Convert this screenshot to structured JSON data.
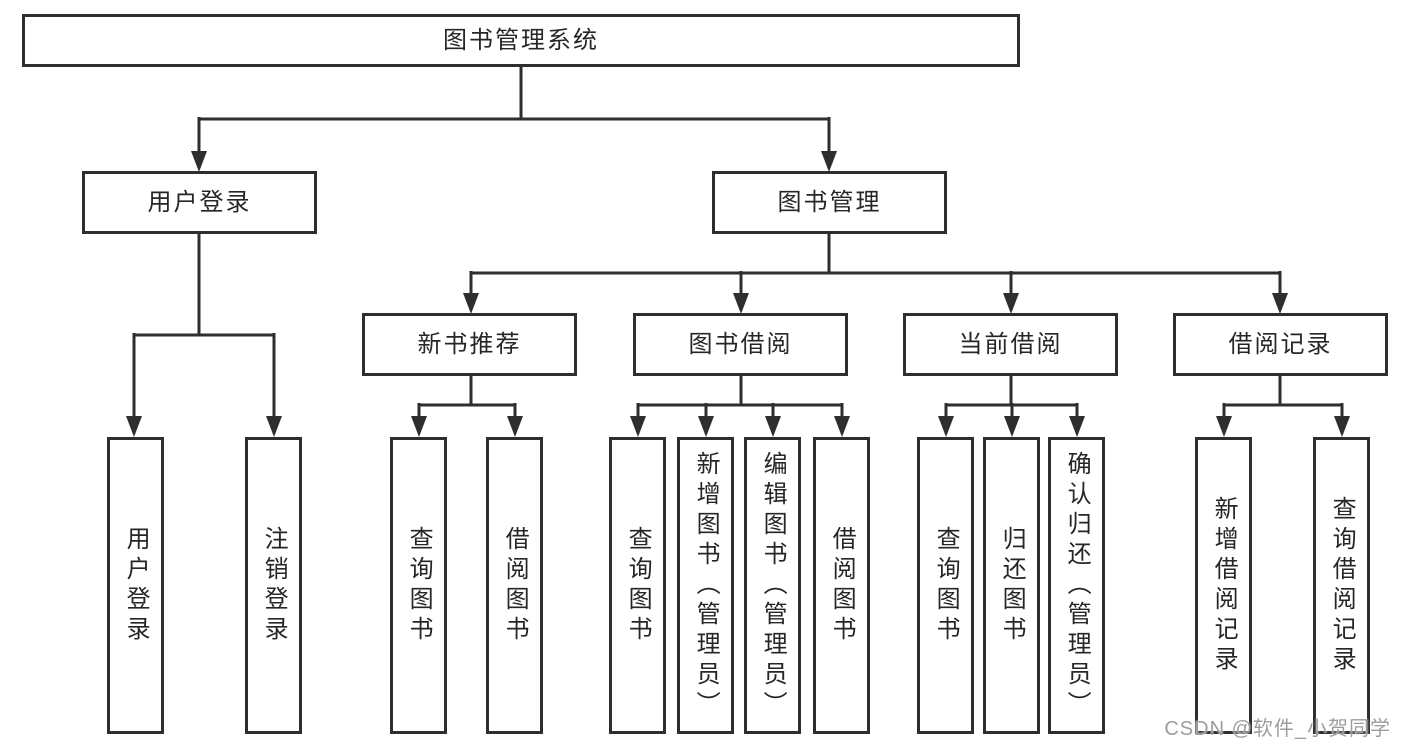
{
  "diagram": {
    "title": "图书管理系统",
    "root": {
      "label": "图书管理系统"
    },
    "level2": [
      {
        "label": "用户登录"
      },
      {
        "label": "图书管理"
      }
    ],
    "level3": [
      {
        "label": "新书推荐"
      },
      {
        "label": "图书借阅"
      },
      {
        "label": "当前借阅"
      },
      {
        "label": "借阅记录"
      }
    ],
    "leaves": {
      "user_login": [
        {
          "label": "用户登录"
        },
        {
          "label": "注销登录"
        }
      ],
      "new_book_recommend": [
        {
          "label": "查询图书"
        },
        {
          "label": "借阅图书"
        }
      ],
      "book_borrow": [
        {
          "label": "查询图书"
        },
        {
          "label": "新增图书（管理员）"
        },
        {
          "label": "编辑图书（管理员）"
        },
        {
          "label": "借阅图书"
        }
      ],
      "current_borrow": [
        {
          "label": "查询图书"
        },
        {
          "label": "归还图书"
        },
        {
          "label": "确认归还（管理员）"
        }
      ],
      "borrow_records": [
        {
          "label": "新增借阅记录"
        },
        {
          "label": "查询借阅记录"
        }
      ]
    },
    "watermark": "CSDN @软件_小贺同学"
  },
  "colors": {
    "line": "#2e2e2e",
    "box_border": "#2e2e2e",
    "text": "#262626",
    "background": "#ffffff",
    "watermark": "#9d9d9d"
  }
}
